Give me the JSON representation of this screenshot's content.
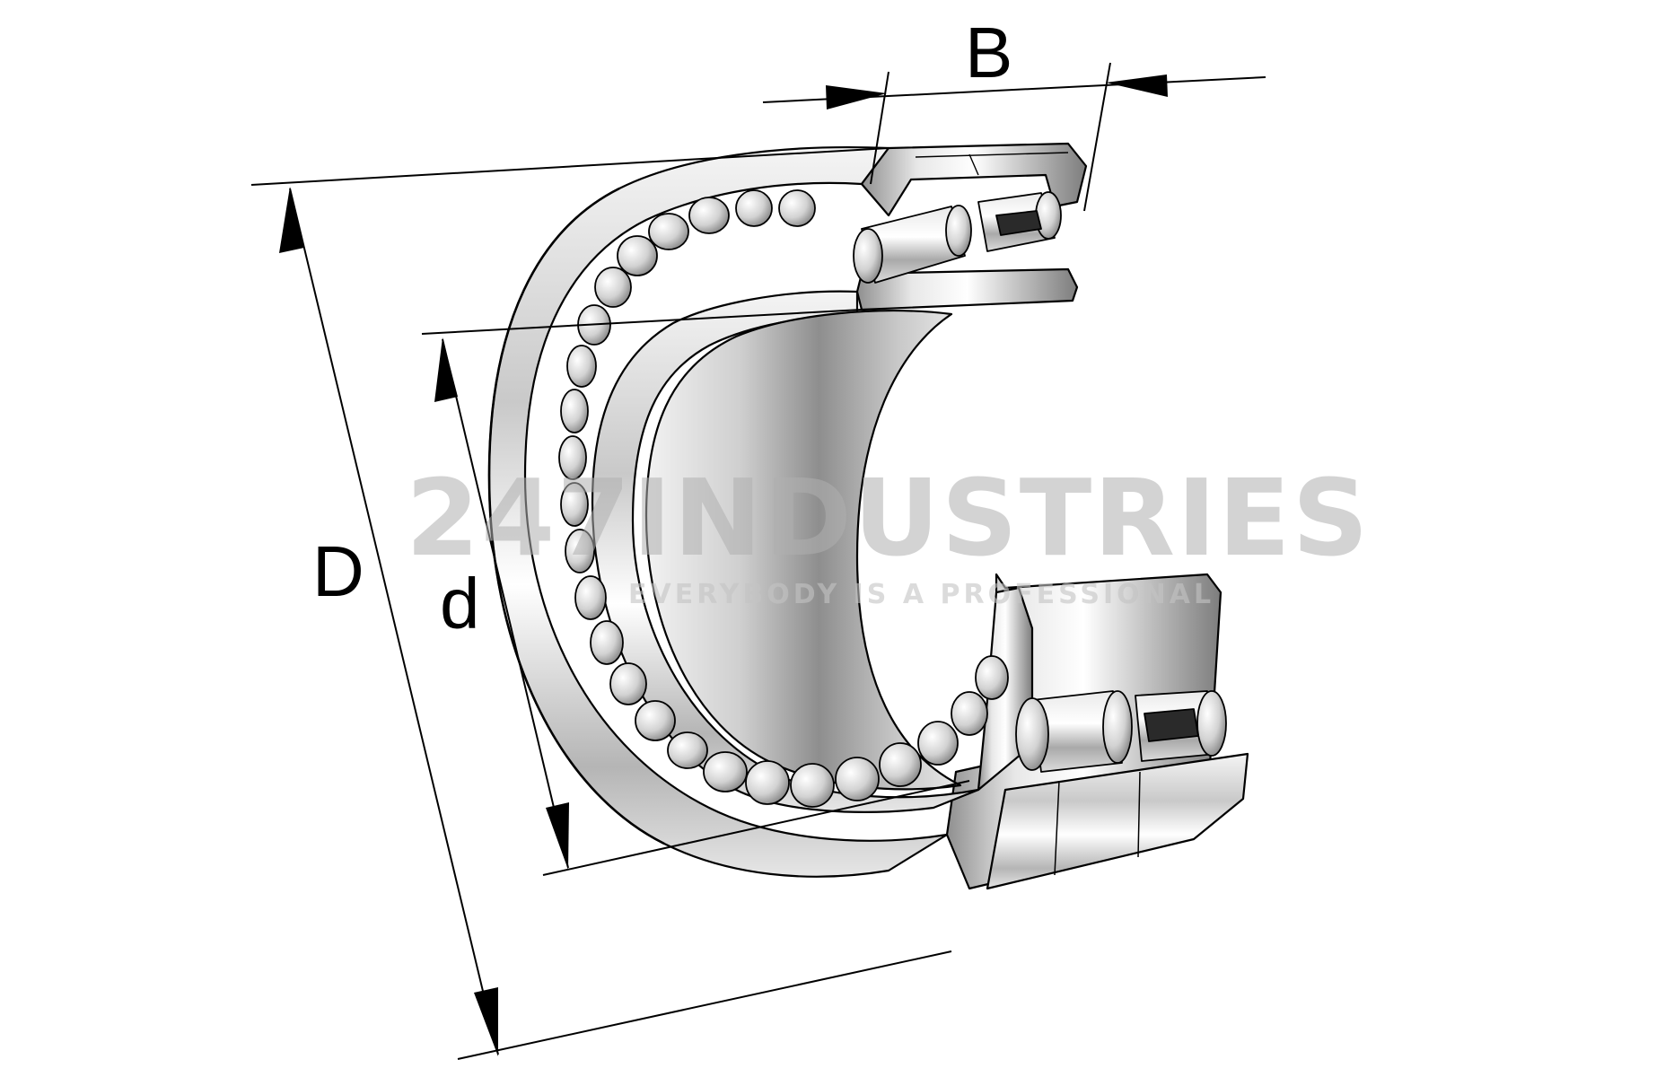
{
  "dimensions": {
    "outer_diameter_label": "D",
    "bore_diameter_label": "d",
    "width_label": "B"
  },
  "watermark": {
    "title": "247INDUSTRIES",
    "tagline": "EVERYBODY IS A PROFESSIONAL"
  },
  "colors": {
    "line": "#000000",
    "watermark": "#b0b0b0"
  }
}
